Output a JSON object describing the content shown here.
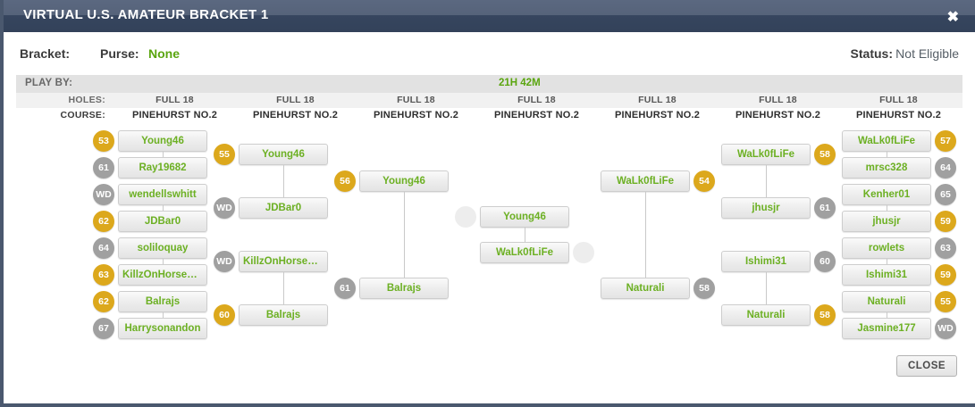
{
  "window": {
    "title": "VIRTUAL U.S. AMATEUR BRACKET 1",
    "close_icon": "close-x-icon"
  },
  "info": {
    "bracket_label": "Bracket:",
    "purse_label": "Purse:",
    "purse_value": "None",
    "status_label": "Status:",
    "status_value": "Not Eligible"
  },
  "playby": {
    "label": "PLAY BY:",
    "time": "21H 42M"
  },
  "meta": {
    "holes_label": "HOLES:",
    "course_label": "COURSE:",
    "holes": [
      "FULL 18",
      "FULL 18",
      "FULL 18",
      "FULL 18",
      "FULL 18",
      "FULL 18",
      "FULL 18"
    ],
    "courses": [
      "PINEHURST NO.2",
      "PINEHURST NO.2",
      "PINEHURST NO.2",
      "PINEHURST NO.2",
      "PINEHURST NO.2",
      "PINEHURST NO.2",
      "PINEHURST NO.2"
    ]
  },
  "colors": {
    "winner_badge": "#dca81c",
    "loser_badge": "#a0a0a0",
    "player_text": "#6cb023",
    "accent_green": "#5aa50f",
    "titlebar_top": "#56637a",
    "titlebar_bottom": "#36455e"
  },
  "bracket": {
    "left": {
      "round1": [
        {
          "name": "Young46",
          "score": "53",
          "result": "win"
        },
        {
          "name": "Ray19682",
          "score": "61",
          "result": "lose"
        },
        {
          "name": "wendellswhitt",
          "score": "WD",
          "result": "lose"
        },
        {
          "name": "JDBar0",
          "score": "62",
          "result": "win"
        },
        {
          "name": "soliloquay",
          "score": "64",
          "result": "lose"
        },
        {
          "name": "KillzOnHorseba...",
          "score": "63",
          "result": "win"
        },
        {
          "name": "Balrajs",
          "score": "62",
          "result": "win"
        },
        {
          "name": "Harrysonandon",
          "score": "67",
          "result": "lose"
        }
      ],
      "round2": [
        {
          "name": "Young46",
          "score": "55",
          "result": "win"
        },
        {
          "name": "JDBar0",
          "score": "WD",
          "result": "lose"
        },
        {
          "name": "KillzOnHorseba...",
          "score": "WD",
          "result": "lose"
        },
        {
          "name": "Balrajs",
          "score": "60",
          "result": "win"
        }
      ],
      "round3": [
        {
          "name": "Young46",
          "score": "56",
          "result": "win"
        },
        {
          "name": "Balrajs",
          "score": "61",
          "result": "lose"
        }
      ]
    },
    "final": [
      {
        "name": "Young46",
        "score": "",
        "result": "empty"
      },
      {
        "name": "WaLk0fLiFe",
        "score": "",
        "result": "empty"
      }
    ],
    "right": {
      "round3": [
        {
          "name": "WaLk0fLiFe",
          "score": "54",
          "result": "win"
        },
        {
          "name": "Naturali",
          "score": "58",
          "result": "lose"
        }
      ],
      "round2": [
        {
          "name": "WaLk0fLiFe",
          "score": "58",
          "result": "win"
        },
        {
          "name": "jhusjr",
          "score": "61",
          "result": "lose"
        },
        {
          "name": "Ishimi31",
          "score": "60",
          "result": "lose"
        },
        {
          "name": "Naturali",
          "score": "58",
          "result": "win"
        }
      ],
      "round1": [
        {
          "name": "WaLk0fLiFe",
          "score": "57",
          "result": "win"
        },
        {
          "name": "mrsc328",
          "score": "64",
          "result": "lose"
        },
        {
          "name": "Kenher01",
          "score": "65",
          "result": "lose"
        },
        {
          "name": "jhusjr",
          "score": "59",
          "result": "win"
        },
        {
          "name": "rowlets",
          "score": "63",
          "result": "lose"
        },
        {
          "name": "Ishimi31",
          "score": "59",
          "result": "win"
        },
        {
          "name": "Naturali",
          "score": "55",
          "result": "win"
        },
        {
          "name": "Jasmine177",
          "score": "WD",
          "result": "lose"
        }
      ]
    }
  },
  "footer": {
    "close_label": "CLOSE"
  }
}
